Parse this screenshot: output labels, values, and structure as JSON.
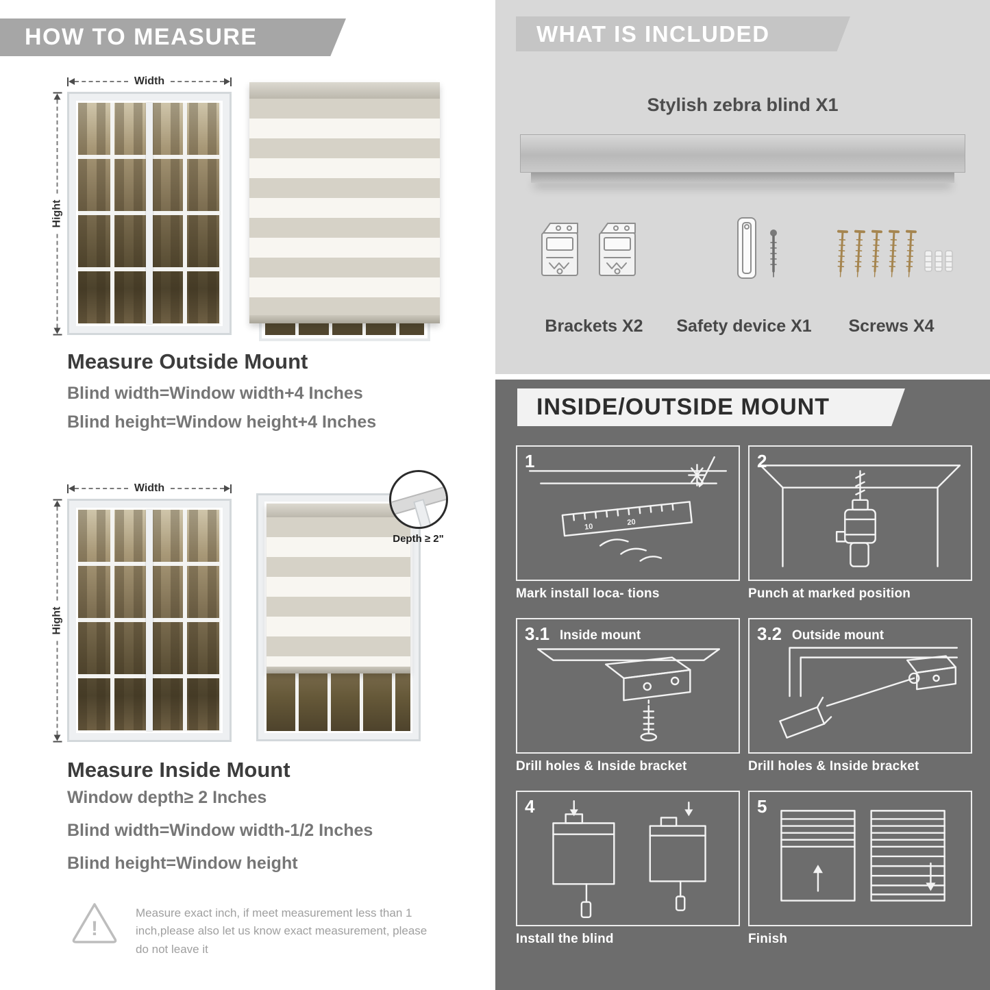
{
  "colors": {
    "left_banner": "#a6a6a6",
    "included_bg": "#d8d8d8",
    "included_banner": "#c5c5c5",
    "mount_bg": "#6d6d6d",
    "mount_banner": "#f2f2f2",
    "heading_text": "#3c3c3c",
    "body_text": "#767676"
  },
  "measure": {
    "header": "HOW TO MEASURE",
    "outside": {
      "width_label": "Width",
      "height_label": "Hight",
      "title": "Measure Outside Mount",
      "lines": [
        "Blind width=Window width+4 Inches",
        "Blind height=Window height+4 Inches"
      ]
    },
    "inside": {
      "width_label": "Width",
      "height_label": "Hight",
      "depth_label": "Depth ≥ 2\"",
      "title": "Measure Inside Mount",
      "lines": [
        "Window depth≥ 2 Inches",
        "Blind width=Window width-1/2 Inches",
        "Blind height=Window height"
      ]
    },
    "warning": {
      "mark": "!",
      "text": "Measure exact inch, if meet measurement less than 1 inch,please also let us know exact measurement, please do not leave it"
    }
  },
  "included": {
    "header": "WHAT IS INCLUDED",
    "product_label": "Stylish zebra blind X1",
    "items": [
      {
        "label": "Brackets X2"
      },
      {
        "label": "Safety device X1"
      },
      {
        "label": "Screws X4"
      }
    ]
  },
  "mount": {
    "header": "INSIDE/OUTSIDE MOUNT",
    "steps": [
      {
        "num": "1",
        "title": "",
        "caption": "Mark install loca- tions",
        "ruler_marks": [
          "10",
          "20"
        ]
      },
      {
        "num": "2",
        "title": "",
        "caption": "Punch at  marked position"
      },
      {
        "num": "3.1",
        "title": "Inside mount",
        "caption": "Drill holes &  Inside bracket"
      },
      {
        "num": "3.2",
        "title": "Outside mount",
        "caption": "Drill holes &  Inside bracket"
      },
      {
        "num": "4",
        "title": "",
        "caption": "Install the blind"
      },
      {
        "num": "5",
        "title": "",
        "caption": "Finish"
      }
    ]
  }
}
